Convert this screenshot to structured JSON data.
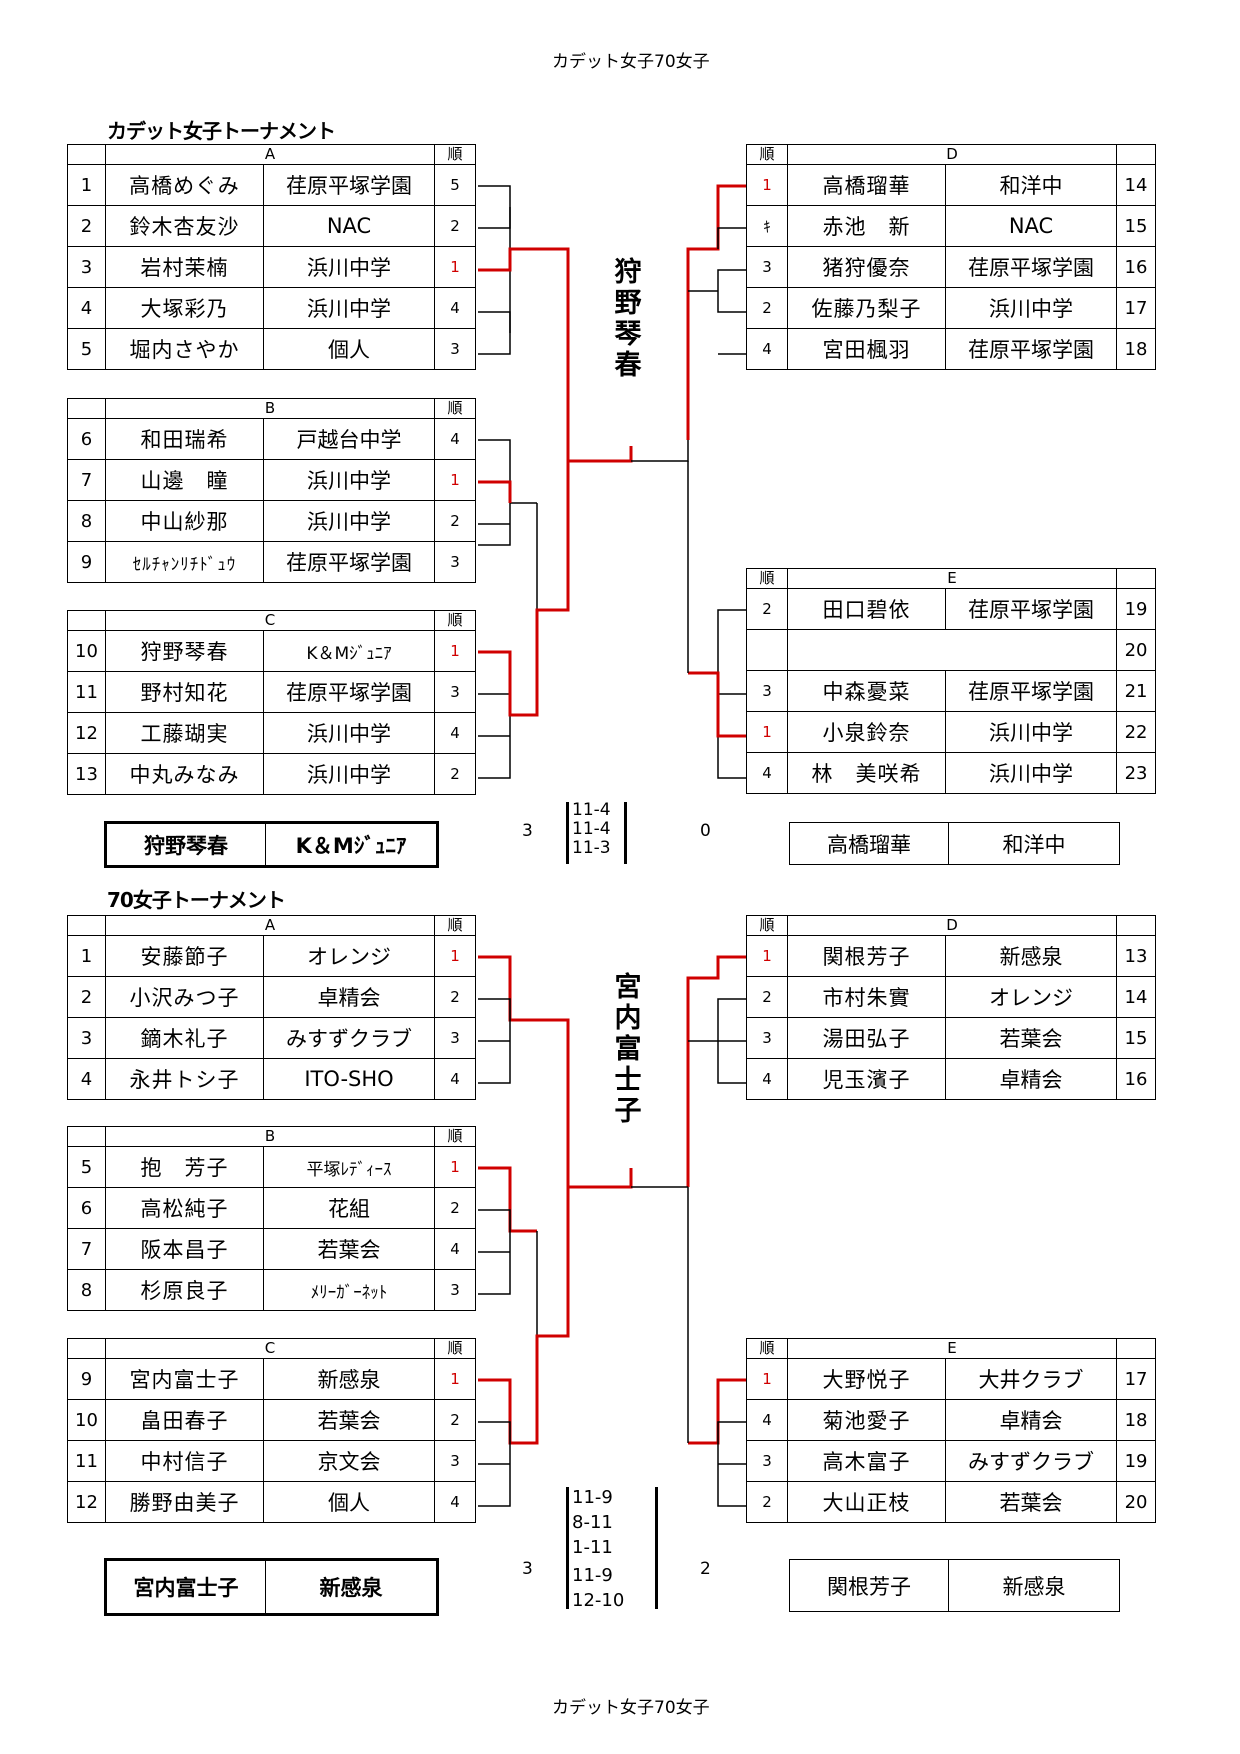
{
  "page": {
    "header": "カデット女子70女子",
    "footer": "カデット女子70女子"
  },
  "rank_label": "順",
  "cadet": {
    "title": "カデット女子トーナメント",
    "groups": {
      "A": {
        "label": "A",
        "players": [
          {
            "no": "1",
            "name": "高橋めぐみ",
            "club": "荏原平塚学園",
            "rank": "5"
          },
          {
            "no": "2",
            "name": "鈴木杏友沙",
            "club": "NAC",
            "rank": "2"
          },
          {
            "no": "3",
            "name": "岩村茉楠",
            "club": "浜川中学",
            "rank": "1"
          },
          {
            "no": "4",
            "name": "大塚彩乃",
            "club": "浜川中学",
            "rank": "4"
          },
          {
            "no": "5",
            "name": "堀内さやか",
            "club": "個人",
            "rank": "3"
          }
        ]
      },
      "B": {
        "label": "B",
        "players": [
          {
            "no": "6",
            "name": "和田瑞希",
            "club": "戸越台中学",
            "rank": "4"
          },
          {
            "no": "7",
            "name": "山邊　瞳",
            "club": "浜川中学",
            "rank": "1"
          },
          {
            "no": "8",
            "name": "中山紗那",
            "club": "浜川中学",
            "rank": "2"
          },
          {
            "no": "9",
            "name": "ｾﾙﾁｬﾝﾘﾁﾄﾞｭｳ",
            "club": "荏原平塚学園",
            "rank": "3"
          }
        ]
      },
      "C": {
        "label": "C",
        "players": [
          {
            "no": "10",
            "name": "狩野琴春",
            "club": "K＆Mｼﾞｭﾆｱ",
            "rank": "1"
          },
          {
            "no": "11",
            "name": "野村知花",
            "club": "荏原平塚学園",
            "rank": "3"
          },
          {
            "no": "12",
            "name": "工藤瑚実",
            "club": "浜川中学",
            "rank": "4"
          },
          {
            "no": "13",
            "name": "中丸みなみ",
            "club": "浜川中学",
            "rank": "2"
          }
        ]
      },
      "D": {
        "label": "D",
        "players": [
          {
            "rank": "1",
            "name": "高橋瑠華",
            "club": "和洋中",
            "no": "14"
          },
          {
            "rank": "ｷ",
            "name": "赤池　新",
            "club": "NAC",
            "no": "15"
          },
          {
            "rank": "3",
            "name": "猪狩優奈",
            "club": "荏原平塚学園",
            "no": "16"
          },
          {
            "rank": "2",
            "name": "佐藤乃梨子",
            "club": "浜川中学",
            "no": "17"
          },
          {
            "rank": "4",
            "name": "宮田楓羽",
            "club": "荏原平塚学園",
            "no": "18"
          }
        ]
      },
      "E": {
        "label": "E",
        "players": [
          {
            "rank": "2",
            "name": "田口碧依",
            "club": "荏原平塚学園",
            "no": "19"
          },
          {
            "rank": "",
            "name": "",
            "club": "",
            "no": "20"
          },
          {
            "rank": "3",
            "name": "中森憂菜",
            "club": "荏原平塚学園",
            "no": "21"
          },
          {
            "rank": "1",
            "name": "小泉鈴奈",
            "club": "浜川中学",
            "no": "22"
          },
          {
            "rank": "4",
            "name": "林　美咲希",
            "club": "浜川中学",
            "no": "23"
          }
        ]
      }
    },
    "champion": {
      "chars": [
        "狩",
        "野",
        "琴",
        "春"
      ],
      "name": "狩野琴春",
      "club": "K＆Mｼﾞｭﾆｱ"
    },
    "runner_up": {
      "name": "高橋瑠華",
      "club": "和洋中"
    },
    "final": {
      "winner_sets": "3",
      "loser_sets": "0",
      "scores": [
        "11-4",
        "11-4",
        "11-3"
      ]
    }
  },
  "women70": {
    "title": "70女子トーナメント",
    "groups": {
      "A": {
        "label": "A",
        "players": [
          {
            "no": "1",
            "name": "安藤節子",
            "club": "オレンジ",
            "rank": "1"
          },
          {
            "no": "2",
            "name": "小沢みつ子",
            "club": "卓精会",
            "rank": "2"
          },
          {
            "no": "3",
            "name": "鏑木礼子",
            "club": "みすずクラブ",
            "rank": "3"
          },
          {
            "no": "4",
            "name": "永井トシ子",
            "club": "ITO-SHO",
            "rank": "4"
          }
        ]
      },
      "B": {
        "label": "B",
        "players": [
          {
            "no": "5",
            "name": "抱　芳子",
            "club": "平塚ﾚﾃﾞｨｰｽ",
            "rank": "1"
          },
          {
            "no": "6",
            "name": "高松純子",
            "club": "花組",
            "rank": "2"
          },
          {
            "no": "7",
            "name": "阪本昌子",
            "club": "若葉会",
            "rank": "4"
          },
          {
            "no": "8",
            "name": "杉原良子",
            "club": "ﾒﾘｰｶﾞｰﾈｯﾄ",
            "rank": "3"
          }
        ]
      },
      "C": {
        "label": "C",
        "players": [
          {
            "no": "9",
            "name": "宮内富士子",
            "club": "新感泉",
            "rank": "1"
          },
          {
            "no": "10",
            "name": "畠田春子",
            "club": "若葉会",
            "rank": "2"
          },
          {
            "no": "11",
            "name": "中村信子",
            "club": "京文会",
            "rank": "3"
          },
          {
            "no": "12",
            "name": "勝野由美子",
            "club": "個人",
            "rank": "4"
          }
        ]
      },
      "D": {
        "label": "D",
        "players": [
          {
            "rank": "1",
            "name": "関根芳子",
            "club": "新感泉",
            "no": "13"
          },
          {
            "rank": "2",
            "name": "市村朱實",
            "club": "オレンジ",
            "no": "14"
          },
          {
            "rank": "3",
            "name": "湯田弘子",
            "club": "若葉会",
            "no": "15"
          },
          {
            "rank": "4",
            "name": "児玉濱子",
            "club": "卓精会",
            "no": "16"
          }
        ]
      },
      "E": {
        "label": "E",
        "players": [
          {
            "rank": "1",
            "name": "大野悦子",
            "club": "大井クラブ",
            "no": "17"
          },
          {
            "rank": "4",
            "name": "菊池愛子",
            "club": "卓精会",
            "no": "18"
          },
          {
            "rank": "3",
            "name": "高木富子",
            "club": "みすずクラブ",
            "no": "19"
          },
          {
            "rank": "2",
            "name": "大山正枝",
            "club": "若葉会",
            "no": "20"
          }
        ]
      }
    },
    "champion": {
      "chars": [
        "宮",
        "内",
        "富",
        "士",
        "子"
      ],
      "name": "宮内富士子",
      "club": "新感泉"
    },
    "runner_up": {
      "name": "関根芳子",
      "club": "新感泉"
    },
    "final": {
      "winner_sets": "3",
      "loser_sets": "2",
      "scores": [
        "11-9",
        "8-11",
        "1-11",
        "11-9",
        "12-10"
      ]
    }
  },
  "colors": {
    "winner_line": "#d00000",
    "line": "#000000"
  }
}
